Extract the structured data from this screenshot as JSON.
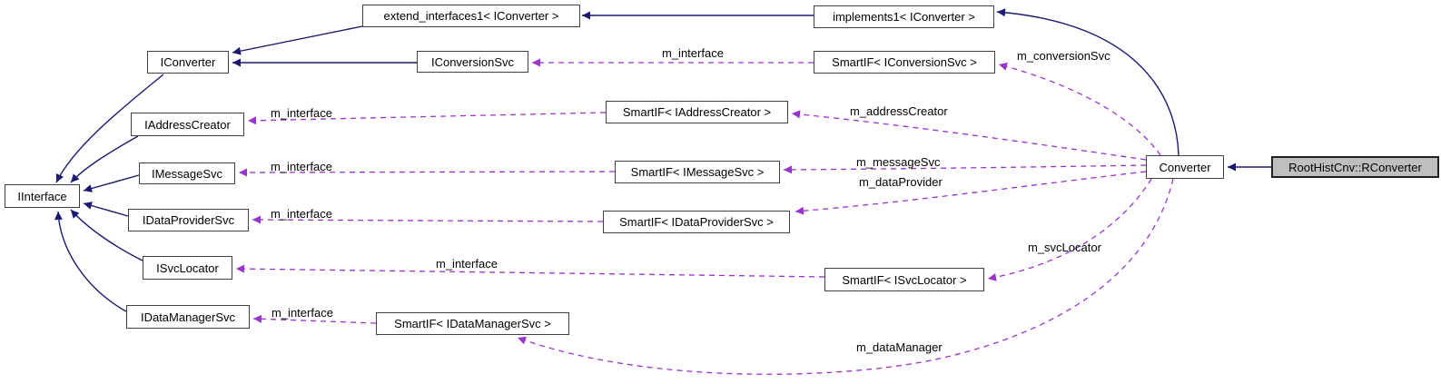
{
  "diagram": {
    "type": "doxygen-collaboration-graph",
    "nodes": {
      "extend_interfaces1": {
        "label": "extend_interfaces1< IConverter >"
      },
      "implements1": {
        "label": "implements1< IConverter >"
      },
      "iconverter": {
        "label": "IConverter"
      },
      "iconversionsvc": {
        "label": "IConversionSvc"
      },
      "smartif_iconversionsvc": {
        "label": "SmartIF< IConversionSvc >"
      },
      "iaddresscreator": {
        "label": "IAddressCreator"
      },
      "smartif_iaddresscreator": {
        "label": "SmartIF< IAddressCreator >"
      },
      "iinterface": {
        "label": "IInterface"
      },
      "imessagesvc": {
        "label": "IMessageSvc"
      },
      "smartif_imessagesvc": {
        "label": "SmartIF< IMessageSvc >"
      },
      "idataprovidersvc": {
        "label": "IDataProviderSvc"
      },
      "smartif_idataprovidersvc": {
        "label": "SmartIF< IDataProviderSvc >"
      },
      "isvclocator": {
        "label": "ISvcLocator"
      },
      "smartif_isvclocator": {
        "label": "SmartIF< ISvcLocator >"
      },
      "idatamanagersvc": {
        "label": "IDataManagerSvc"
      },
      "smartif_idatamanagersvc": {
        "label": "SmartIF< IDataManagerSvc >"
      },
      "converter": {
        "label": "Converter"
      },
      "rconverter": {
        "label": "RootHistCnv::RConverter",
        "highlighted": true
      }
    },
    "edge_labels": {
      "m_interface_conversionsvc": "m_interface",
      "m_conversionsvc": "m_conversionSvc",
      "m_interface_addresscreator": "m_interface",
      "m_addresscreator": "m_addressCreator",
      "m_interface_messagesvc": "m_interface",
      "m_messagesvc": "m_messageSvc",
      "m_dataprovider": "m_dataProvider",
      "m_interface_dataprovidersvc": "m_interface",
      "m_interface_svclocator": "m_interface",
      "m_svclocator": "m_svcLocator",
      "m_interface_datamanagersvc": "m_interface",
      "m_datamanager": "m_dataManager"
    },
    "colors": {
      "inheritance_edge": "#191970",
      "usage_edge": "#9a32cd",
      "node_border": "#404040",
      "node_fill": "#ffffff",
      "highlighted_node_fill": "#bfbfbf",
      "text": "#000000",
      "background": "#ffffff"
    }
  }
}
